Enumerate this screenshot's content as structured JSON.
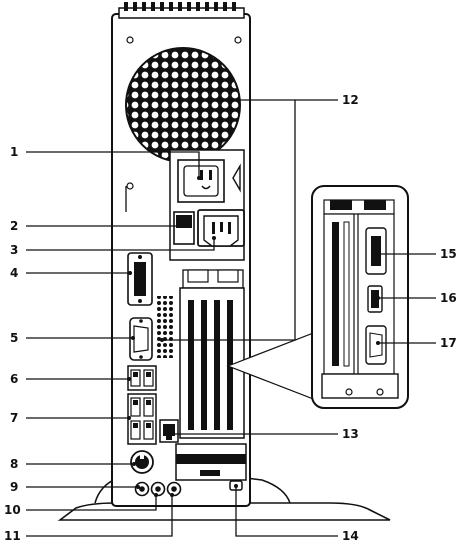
{
  "labels": [
    {
      "id": "1",
      "text": "1"
    },
    {
      "id": "2",
      "text": "2"
    },
    {
      "id": "3",
      "text": "3"
    },
    {
      "id": "4",
      "text": "4"
    },
    {
      "id": "5",
      "text": "5"
    },
    {
      "id": "6",
      "text": "6"
    },
    {
      "id": "7",
      "text": "7"
    },
    {
      "id": "8",
      "text": "8"
    },
    {
      "id": "9",
      "text": "9"
    },
    {
      "id": "10",
      "text": "10"
    },
    {
      "id": "11",
      "text": "11"
    },
    {
      "id": "12",
      "text": "12"
    },
    {
      "id": "13",
      "text": "13"
    },
    {
      "id": "14",
      "text": "14"
    },
    {
      "id": "15",
      "text": "15"
    },
    {
      "id": "16",
      "text": "16"
    },
    {
      "id": "17",
      "text": "17"
    }
  ],
  "colors": {
    "line": "#111111",
    "body": "#ffffff",
    "fan": "#111111"
  }
}
